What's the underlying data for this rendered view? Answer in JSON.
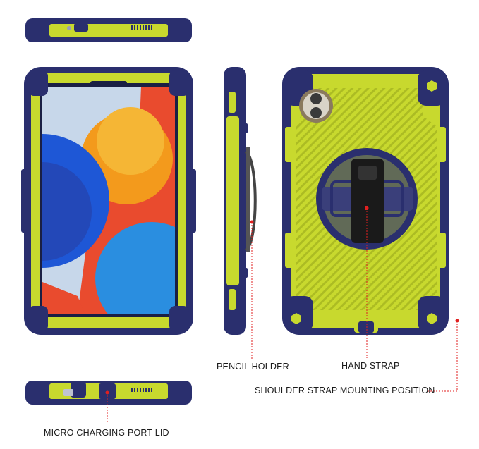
{
  "callouts": {
    "pencil_holder": "PENCIL HOLDER",
    "hand_strap": "HAND STRAP",
    "shoulder_strap": "SHOULDER STRAP MOUNTING POSITION",
    "micro_port": "MICRO CHARGING PORT LID"
  },
  "colors": {
    "navy": "#2a2f6e",
    "lime": "#c8d92e",
    "accent_red": "#e02020",
    "strap_black": "#1a1a1a"
  },
  "views": [
    "top-edge-view",
    "front-view",
    "side-view",
    "back-view",
    "bottom-edge-view"
  ]
}
